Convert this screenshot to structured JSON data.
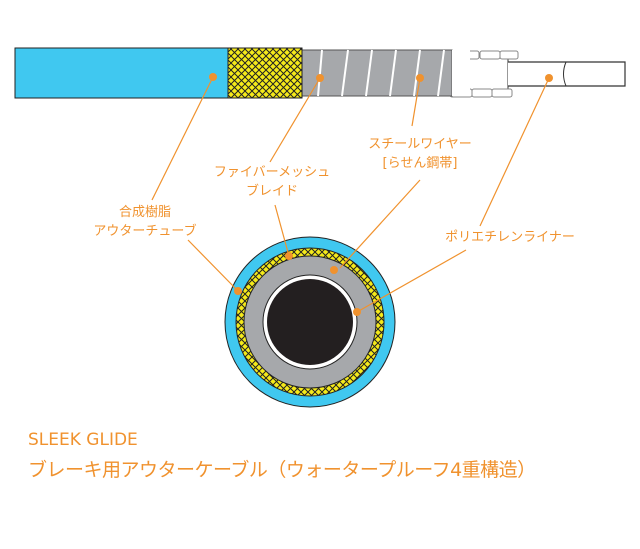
{
  "labels": {
    "outer_tube": [
      "合成樹脂",
      "アウターチューブ"
    ],
    "fiber_mesh": [
      "ファイバーメッシュ",
      "ブレイド"
    ],
    "steel_wire": [
      "スチールワイヤー",
      "[らせん鋼帯]"
    ],
    "liner": "ポリエチレンライナー"
  },
  "title": "SLEEK GLIDE",
  "subtitle": "ブレーキ用アウターケーブル（ウォータープルーフ4重構造）",
  "colors": {
    "tube": "#40c8f0",
    "mesh": "#f5ea1a",
    "steel": "#a6a8ab",
    "accent": "#f0922e",
    "core": "#231f20"
  }
}
